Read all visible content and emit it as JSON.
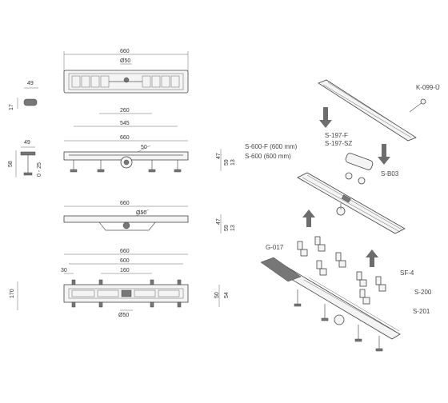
{
  "dimensions": {
    "top_width": "660",
    "top_hole": "Ø50",
    "clip_width": "49",
    "clip_height": "17",
    "side2_width": "260",
    "side2_inner": "545",
    "side2_total": "660",
    "side2_hole": "50",
    "foot_width": "49",
    "foot_height": "58",
    "foot_range": "0 - 25",
    "side2_h1": "47",
    "side2_h2": "59",
    "side2_h3": "13",
    "side3_total": "660",
    "side3_hole": "Ø50",
    "side3_h1": "47",
    "side3_h2": "59",
    "side3_h3": "13",
    "bottom_total": "660",
    "bottom_inner": "600",
    "bottom_left": "30",
    "bottom_mid": "160",
    "bottom_left_height": "170",
    "bottom_h1": "50",
    "bottom_h2": "54",
    "bottom_hole": "Ø50"
  },
  "labels": {
    "k099": "K-099-Ü",
    "s197f": "S-197-F",
    "s197sz": "S-197-SZ",
    "s600f": "S-600-F  (600 mm)",
    "s600": "S-600    (600 mm)",
    "sb03": "S-B03",
    "g017": "G-017",
    "sf4": "SF-4",
    "s200": "S-200",
    "s201": "S-201"
  }
}
